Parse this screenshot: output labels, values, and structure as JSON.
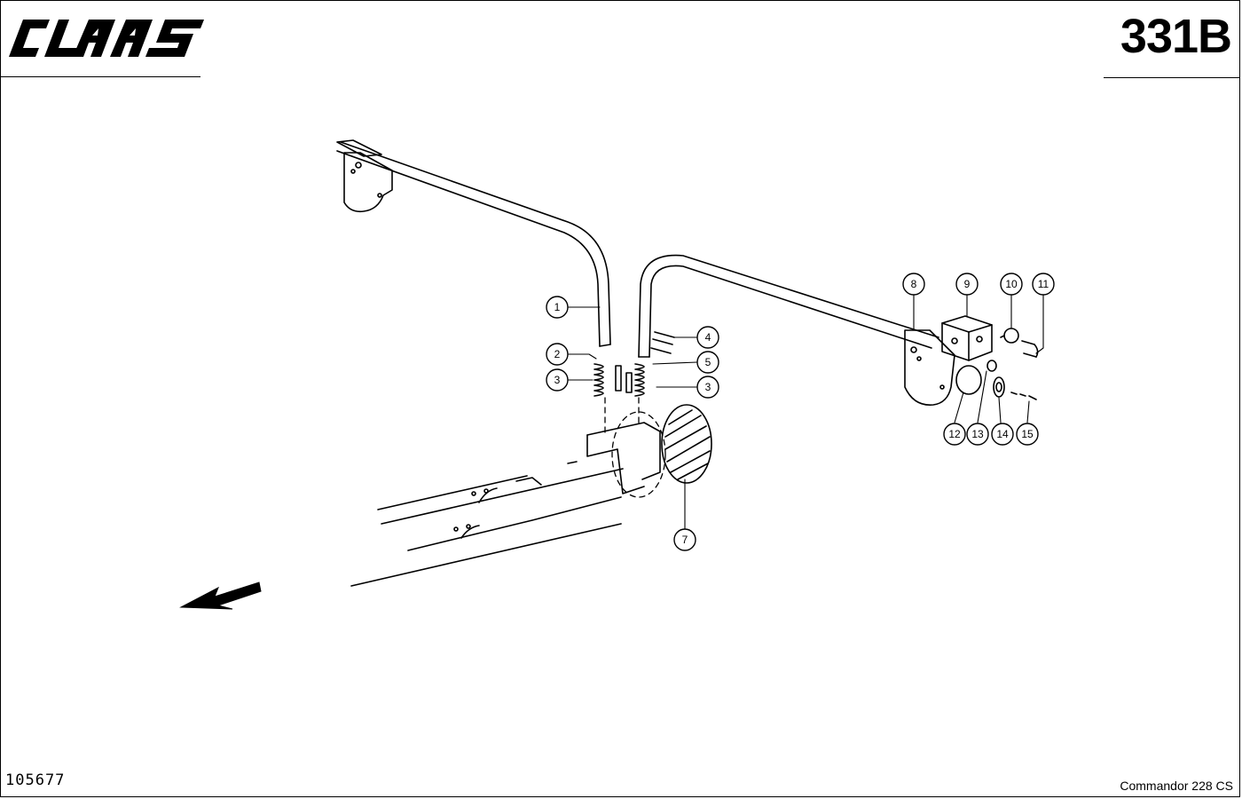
{
  "header": {
    "brand": "CLAAS",
    "page_code": "331B"
  },
  "footer": {
    "doc_number": "105677",
    "model": "Commandor 228 CS"
  },
  "callouts": [
    {
      "label": "1"
    },
    {
      "label": "2"
    },
    {
      "label": "3"
    },
    {
      "label": "3"
    },
    {
      "label": "4"
    },
    {
      "label": "5"
    },
    {
      "label": "7"
    },
    {
      "label": "8"
    },
    {
      "label": "9"
    },
    {
      "label": "10"
    },
    {
      "label": "11"
    },
    {
      "label": "12"
    },
    {
      "label": "13"
    },
    {
      "label": "14"
    },
    {
      "label": "15"
    }
  ],
  "icons": {
    "direction": "arrow-left-down-icon"
  }
}
